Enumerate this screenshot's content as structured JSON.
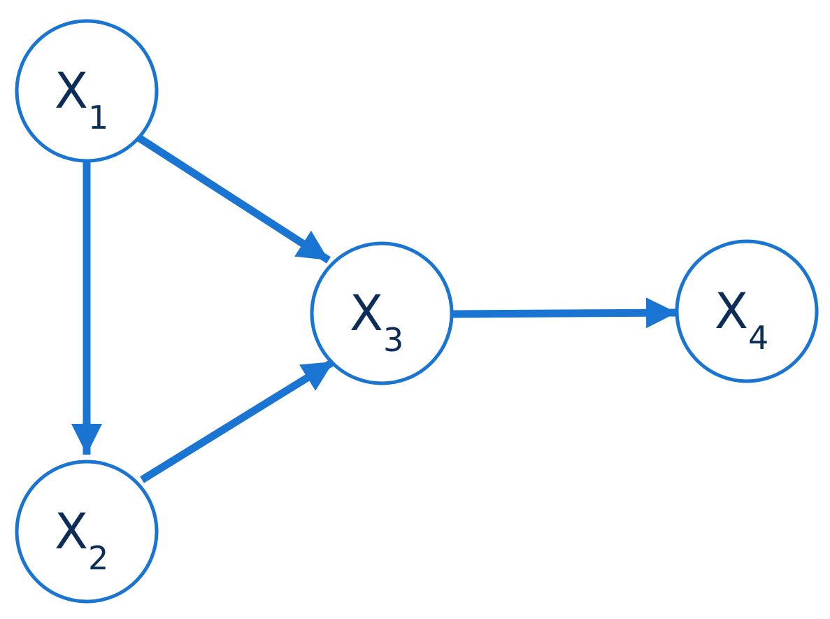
{
  "colors": {
    "node_stroke": "#1a75d2",
    "edge": "#1a75d2",
    "label_text": "#0c2d57"
  },
  "diagram": {
    "nodes": [
      {
        "id": "x1",
        "letter": "X",
        "subscript": "1"
      },
      {
        "id": "x2",
        "letter": "X",
        "subscript": "2"
      },
      {
        "id": "x3",
        "letter": "X",
        "subscript": "3"
      },
      {
        "id": "x4",
        "letter": "X",
        "subscript": "4"
      }
    ],
    "edges": [
      {
        "from": "x1",
        "to": "x2"
      },
      {
        "from": "x1",
        "to": "x3"
      },
      {
        "from": "x2",
        "to": "x3"
      },
      {
        "from": "x3",
        "to": "x4"
      }
    ]
  }
}
